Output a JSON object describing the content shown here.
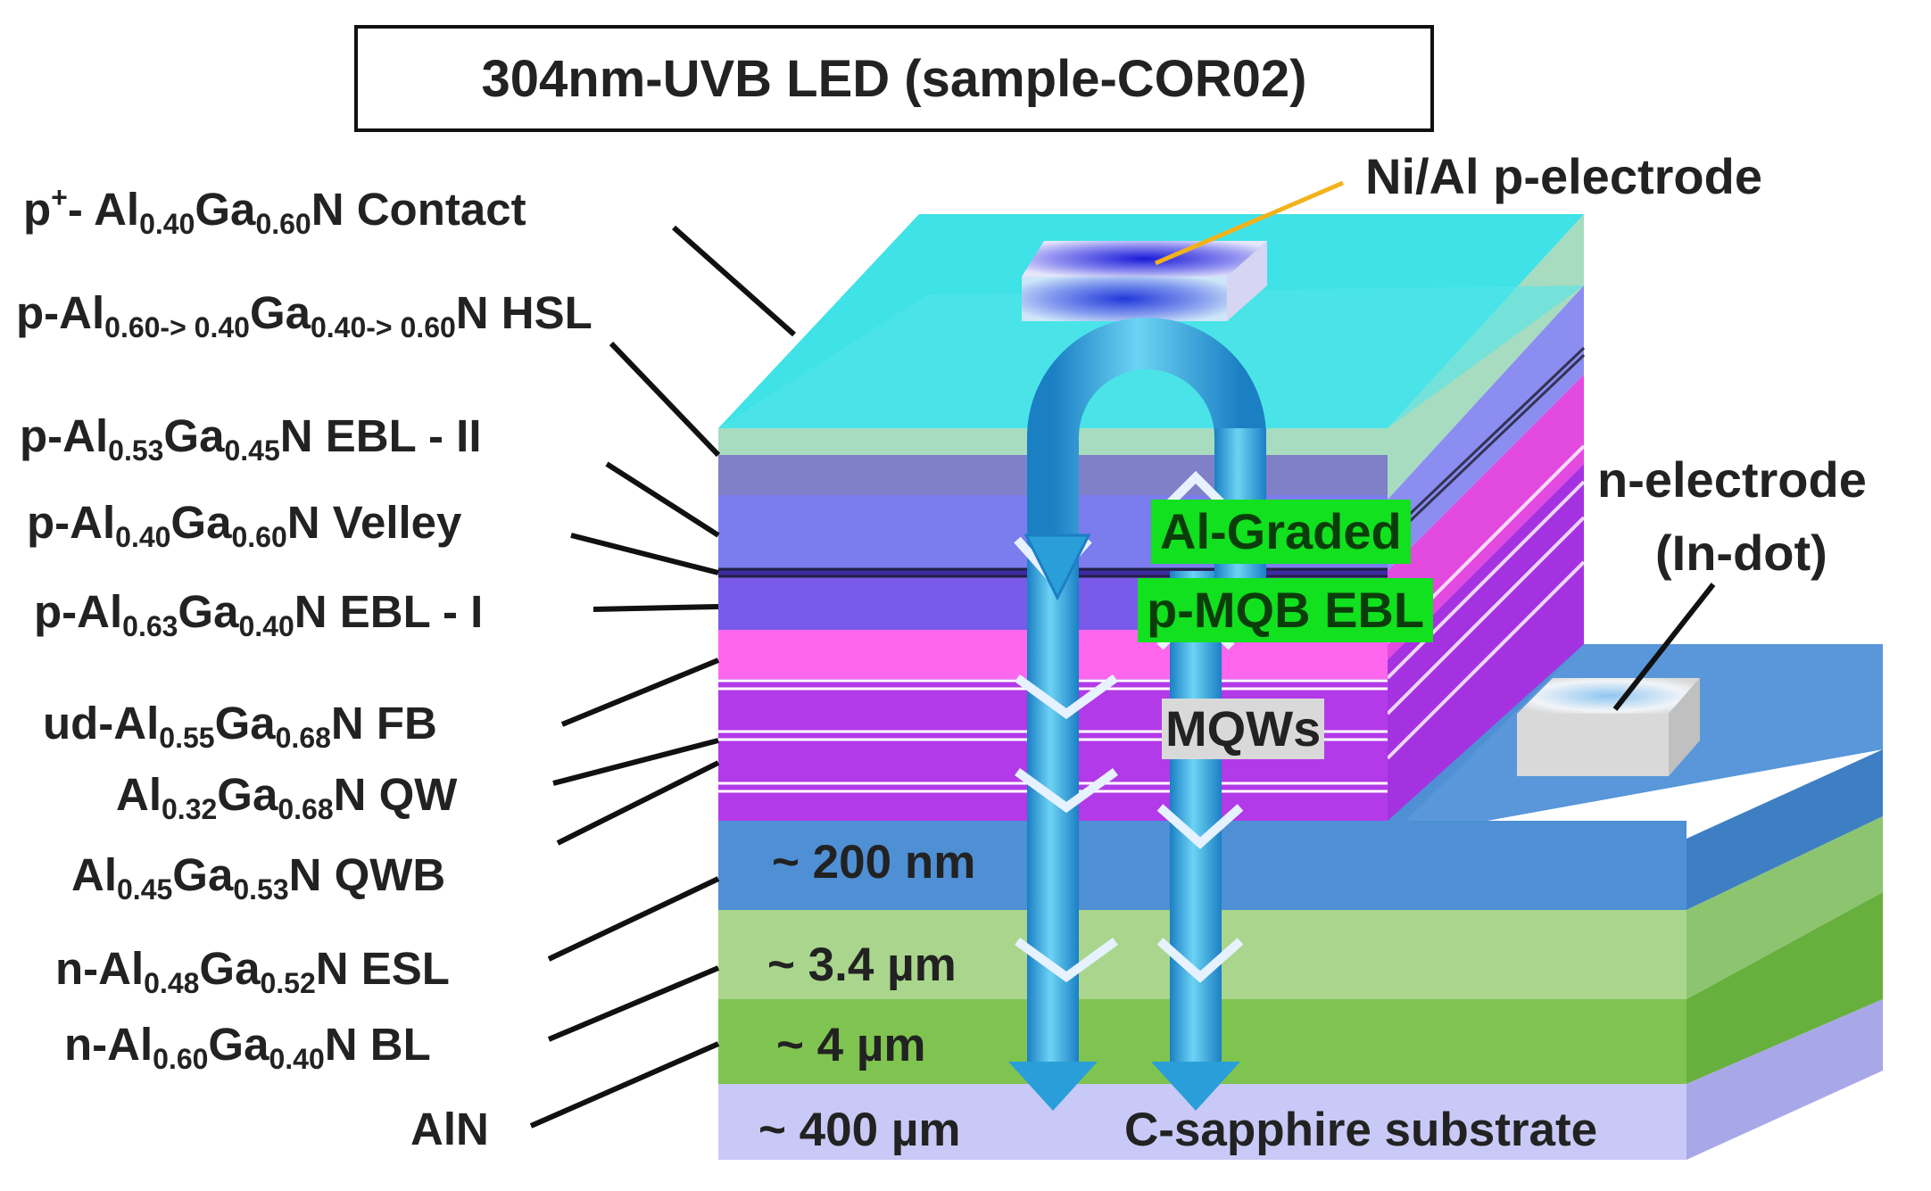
{
  "title": "304nm-UVB LED (sample-COR02)",
  "left_labels": [
    {
      "id": "p-contact",
      "parts": [
        [
          "t",
          "p"
        ],
        [
          "sup",
          "+"
        ],
        [
          "t",
          "- Al"
        ],
        [
          "sub",
          "0.40"
        ],
        [
          "t",
          "Ga"
        ],
        [
          "sub",
          "0.60"
        ],
        [
          "t",
          "N Contact"
        ]
      ]
    },
    {
      "id": "p-hsl",
      "parts": [
        [
          "t",
          "p-Al"
        ],
        [
          "sub",
          "0.60-> 0.40"
        ],
        [
          "t",
          "Ga"
        ],
        [
          "sub",
          "0.40-> 0.60"
        ],
        [
          "t",
          "N HSL"
        ]
      ]
    },
    {
      "id": "p-ebl-ii",
      "parts": [
        [
          "t",
          "p-Al"
        ],
        [
          "sub",
          "0.53"
        ],
        [
          "t",
          "Ga"
        ],
        [
          "sub",
          "0.45"
        ],
        [
          "t",
          "N EBL - II"
        ]
      ]
    },
    {
      "id": "p-velley",
      "parts": [
        [
          "t",
          "p-Al"
        ],
        [
          "sub",
          "0.40"
        ],
        [
          "t",
          "Ga"
        ],
        [
          "sub",
          "0.60"
        ],
        [
          "t",
          "N Velley"
        ]
      ]
    },
    {
      "id": "p-ebl-i",
      "parts": [
        [
          "t",
          "p-Al"
        ],
        [
          "sub",
          "0.63"
        ],
        [
          "t",
          "Ga"
        ],
        [
          "sub",
          "0.40"
        ],
        [
          "t",
          "N EBL - I"
        ]
      ]
    },
    {
      "id": "ud-fb",
      "parts": [
        [
          "t",
          "ud-Al"
        ],
        [
          "sub",
          "0.55"
        ],
        [
          "t",
          "Ga"
        ],
        [
          "sub",
          "0.68"
        ],
        [
          "t",
          "N FB"
        ]
      ]
    },
    {
      "id": "qw",
      "parts": [
        [
          "t",
          "Al"
        ],
        [
          "sub",
          "0.32"
        ],
        [
          "t",
          "Ga"
        ],
        [
          "sub",
          "0.68"
        ],
        [
          "t",
          "N QW"
        ]
      ]
    },
    {
      "id": "qwb",
      "parts": [
        [
          "t",
          "Al"
        ],
        [
          "sub",
          "0.45"
        ],
        [
          "t",
          "Ga"
        ],
        [
          "sub",
          "0.53"
        ],
        [
          "t",
          "N QWB"
        ]
      ]
    },
    {
      "id": "n-esl",
      "parts": [
        [
          "t",
          "n-Al"
        ],
        [
          "sub",
          "0.48"
        ],
        [
          "t",
          "Ga"
        ],
        [
          "sub",
          "0.52"
        ],
        [
          "t",
          "N ESL"
        ]
      ]
    },
    {
      "id": "n-bl",
      "parts": [
        [
          "t",
          "n-Al"
        ],
        [
          "sub",
          "0.60"
        ],
        [
          "t",
          "Ga"
        ],
        [
          "sub",
          "0.40"
        ],
        [
          "t",
          "N BL"
        ]
      ]
    },
    {
      "id": "aln",
      "parts": [
        [
          "t",
          "AlN"
        ]
      ]
    }
  ],
  "p_electrode_label": "Ni/Al p-electrode",
  "n_electrode_label_1": "n-electrode",
  "n_electrode_label_2": "(In-dot)",
  "al_graded_label_1": "Al-Graded",
  "al_graded_label_2": "p-MQB EBL",
  "mqws_label": "MQWs",
  "thickness": {
    "esl": "~ 200 nm",
    "bl": "~  3.4 µm",
    "aln": "~ 4 µm",
    "substrate": "~ 400 µm"
  },
  "substrate_label": "C-sapphire substrate",
  "colors": {
    "contact": "#3fe2e6",
    "hsl": "#9fd3a6",
    "ebl": "#7b7dee",
    "velley": "#5b33d6",
    "fb": "#ff66ee",
    "mqw": "#b33ae8",
    "esl": "#4f8fd4",
    "bl": "#a9d68c",
    "aln": "#7fc450",
    "substrate": "#c9c9f7",
    "arrow": "#29a9e0",
    "green_tag": "#11e11e"
  }
}
